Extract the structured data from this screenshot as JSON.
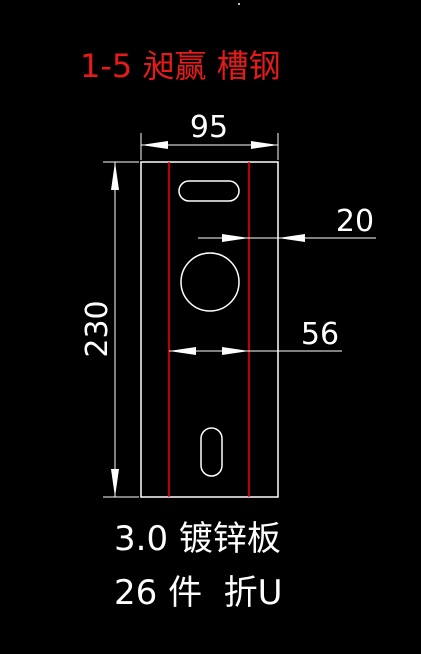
{
  "title": "1-5 昶赢 槽钢",
  "dimensions": {
    "width": "95",
    "height": "230",
    "offset_right": "20",
    "inner_width": "56"
  },
  "notes": {
    "material": "3.0 镀锌板",
    "quantity_fold": "26 件  折U"
  },
  "colors": {
    "background": "#000000",
    "line": "#ffffff",
    "accent": "#ff0000",
    "title": "#e51b1b"
  }
}
